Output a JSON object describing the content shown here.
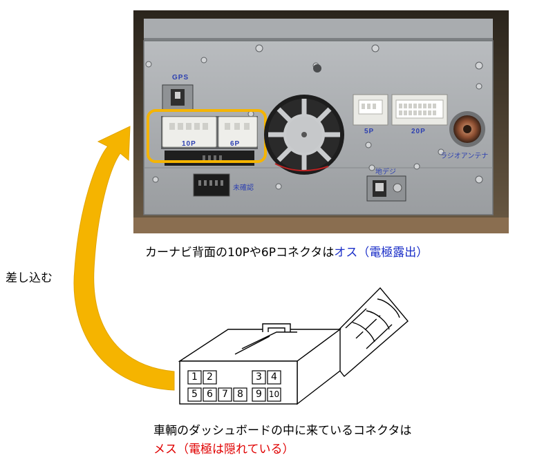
{
  "photo": {
    "label_gps": "GPS",
    "label_10p": "10P",
    "label_6p": "6P",
    "label_5p": "5P",
    "label_20p": "20P",
    "label_radio": "ラジオアンテナ",
    "label_chidegi": "地デジ",
    "label_unknown": "未確認",
    "highlight_color": "#f5b400"
  },
  "top_caption": {
    "prefix": "カーナビ背面の10Pや6Pコネクタは",
    "highlight": "オス（電極露出）",
    "highlight_color": "#1a2ec8"
  },
  "arrow": {
    "label": "差し込む",
    "color": "#f5b400"
  },
  "connector": {
    "top_row": [
      "1",
      "2",
      "3",
      "4"
    ],
    "bottom_row": [
      "5",
      "6",
      "7",
      "8",
      "9",
      "10"
    ]
  },
  "bottom_caption": {
    "line1": "車輌のダッシュボードの中に来ているコネクタは",
    "line2": "メス（電極は隠れている）",
    "line2_color": "#e00000"
  }
}
